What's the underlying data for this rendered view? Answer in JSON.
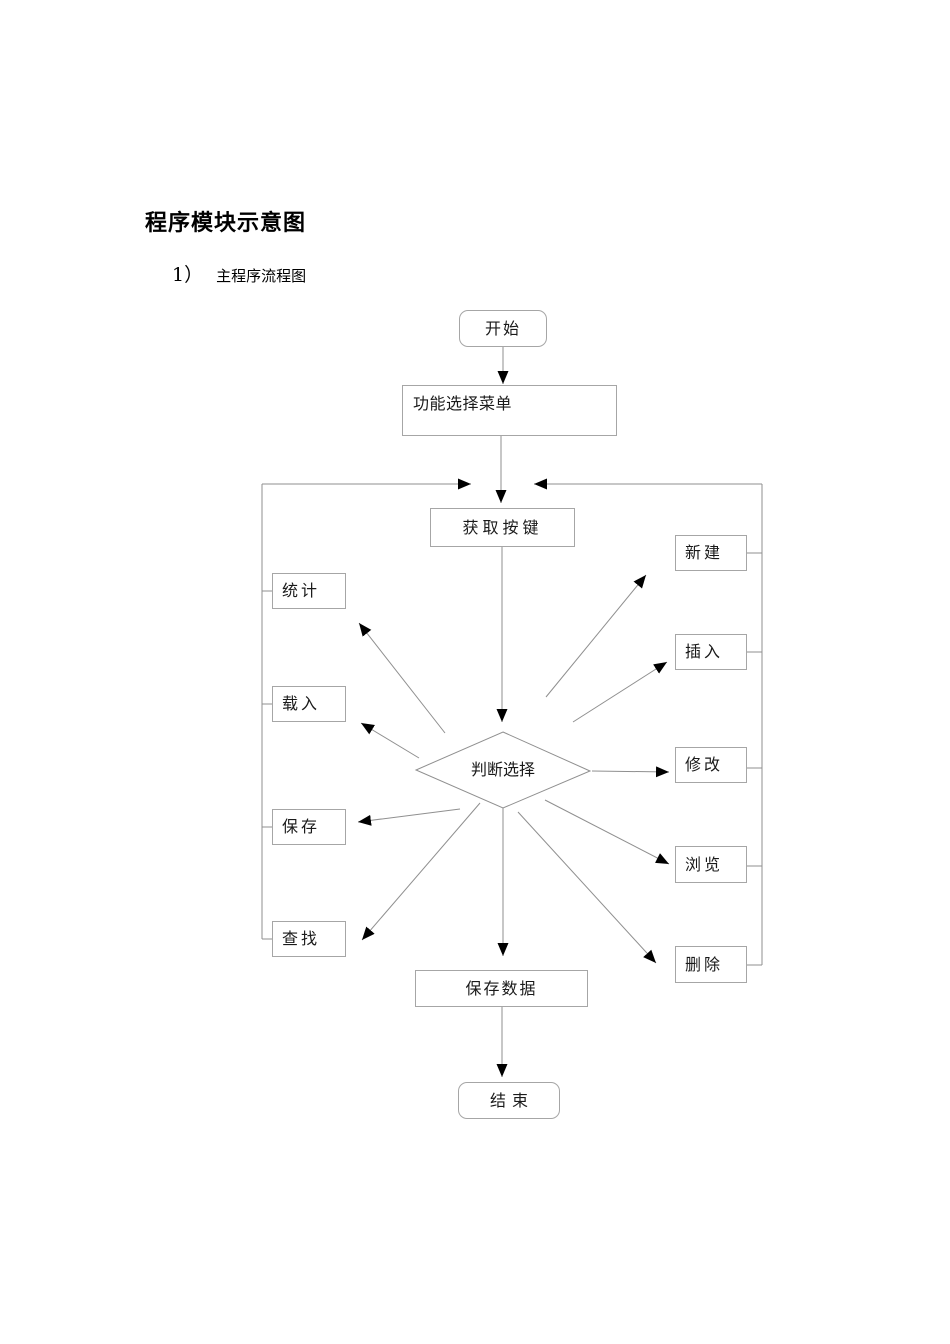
{
  "document": {
    "title": "程序模块示意图",
    "list_number": "1）",
    "subtitle": "主程序流程图"
  },
  "flowchart": {
    "nodes": {
      "start": "开始",
      "menu": "功能选择菜单",
      "getkey": "获取按键",
      "decision": "判断选择",
      "stat": "统计",
      "load": "载入",
      "save": "保存",
      "find": "查找",
      "new": "新建",
      "insert": "插入",
      "modify": "修改",
      "browse": "浏览",
      "delete": "删除",
      "savedata": "保存数据",
      "end": "结束"
    },
    "edges": [
      {
        "from": "开始",
        "to": "功能选择菜单"
      },
      {
        "from": "功能选择菜单",
        "to": "获取按键"
      },
      {
        "from": "获取按键",
        "to": "判断选择"
      },
      {
        "from": "判断选择",
        "to": "统计"
      },
      {
        "from": "判断选择",
        "to": "载入"
      },
      {
        "from": "判断选择",
        "to": "保存"
      },
      {
        "from": "判断选择",
        "to": "查找"
      },
      {
        "from": "判断选择",
        "to": "新建"
      },
      {
        "from": "判断选择",
        "to": "插入"
      },
      {
        "from": "判断选择",
        "to": "修改"
      },
      {
        "from": "判断选择",
        "to": "浏览"
      },
      {
        "from": "判断选择",
        "to": "删除"
      },
      {
        "from": "判断选择",
        "to": "保存数据"
      },
      {
        "from": "保存数据",
        "to": "结束"
      },
      {
        "from": "统计/载入/保存/查找",
        "to": "获取按键"
      },
      {
        "from": "新建/插入/修改/浏览/删除",
        "to": "获取按键"
      }
    ]
  },
  "colors": {
    "background": "#ffffff",
    "box_border": "#a6a6a6",
    "connector_line": "#8f8f8f",
    "arrowhead": "#000000",
    "text": "#000000"
  }
}
